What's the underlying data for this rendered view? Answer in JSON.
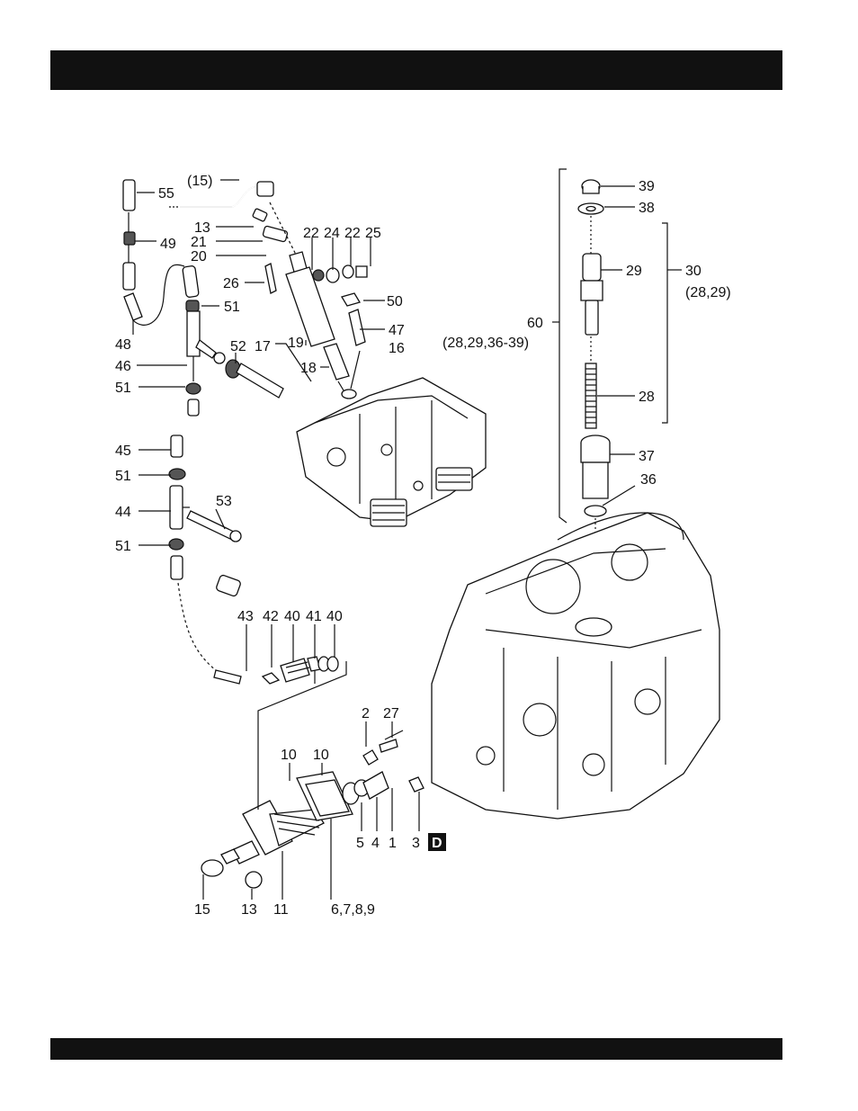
{
  "header": {
    "title": ""
  },
  "footer": {
    "text": ""
  },
  "callouts": {
    "c55": "55",
    "c15top": "(15)",
    "c13top": "13",
    "c21": "21",
    "c20": "20",
    "c49": "49",
    "c22a": "22",
    "c24": "24",
    "c22b": "22",
    "c25": "25",
    "c26": "26",
    "c50": "50",
    "c51a": "51",
    "c47": "47",
    "c48": "48",
    "c52": "52",
    "c17": "17",
    "c19": "19",
    "c16": "16",
    "c46": "46",
    "c18": "18",
    "c51b": "51",
    "c45": "45",
    "c51c": "51",
    "c53": "53",
    "c44": "44",
    "c51d": "51",
    "c43": "43",
    "c42": "42",
    "c40a": "40",
    "c41": "41",
    "c40b": "40",
    "c2": "2",
    "c27": "27",
    "c10a": "10",
    "c10b": "10",
    "c5": "5",
    "c4": "4",
    "c1": "1",
    "c3": "3",
    "cD": "D",
    "c15bot": "15",
    "c13bot": "13",
    "c11": "11",
    "c6789": "6,7,8,9",
    "c39": "39",
    "c38": "38",
    "c29": "29",
    "c30": "30",
    "c30sub": "(28,29)",
    "c60": "60",
    "c60sub": "(28,29,36-39)",
    "c28": "28",
    "c37": "37",
    "c36": "36"
  }
}
